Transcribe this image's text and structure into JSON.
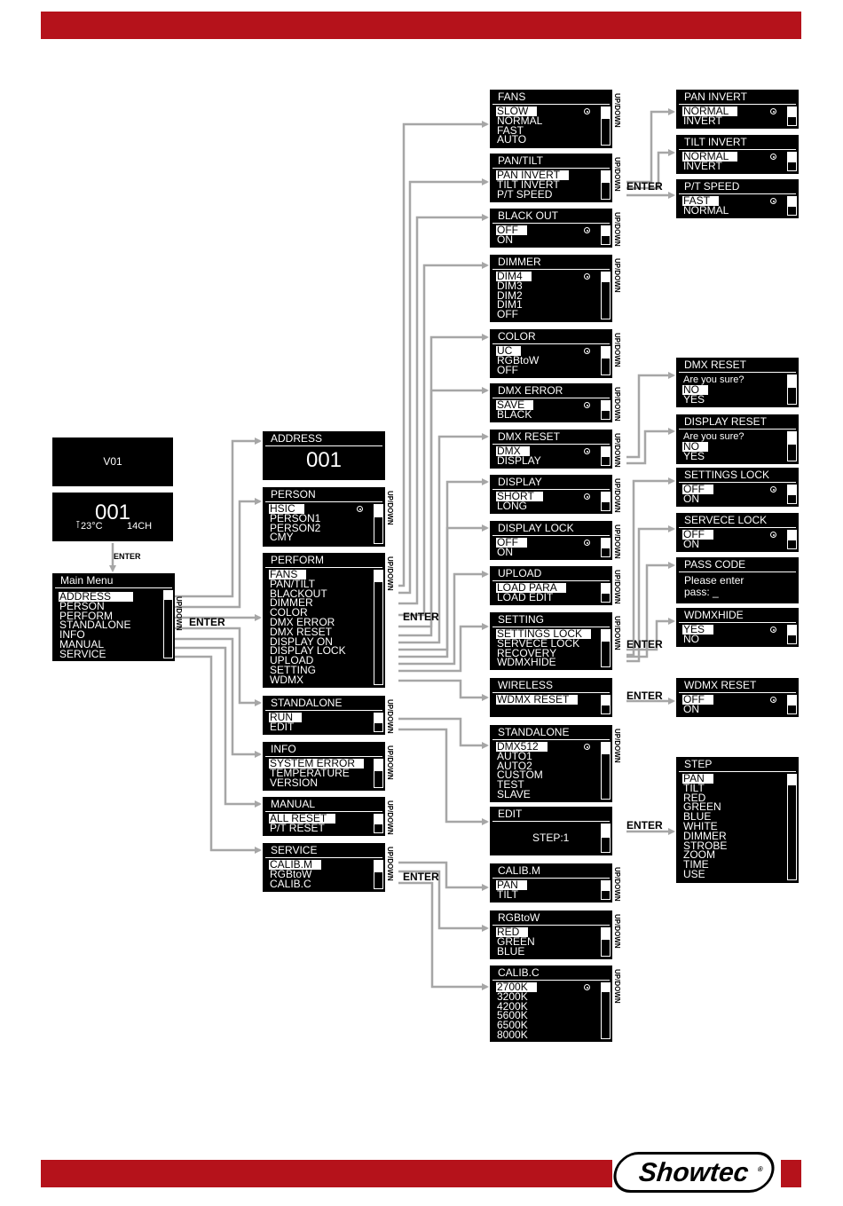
{
  "labels": {
    "enter": "ENTER",
    "updown": "UP/DOWN"
  },
  "brand": {
    "name": "Showtec",
    "reg": "®",
    "red": "#b5121b"
  },
  "display": {
    "version": "V01",
    "address": "001",
    "temp": "23°C",
    "channels": "14CH",
    "temp_icon": "thermometer-icon"
  },
  "main_menu": {
    "title": "Main Menu",
    "items": [
      "ADDRESS",
      "PERSON",
      "PERFORM",
      "STANDALONE",
      "INFO",
      "MANUAL",
      "SERVICE"
    ]
  },
  "address_box": {
    "title": "ADDRESS",
    "value": "001"
  },
  "lists": {
    "person": {
      "title": "PERSON",
      "items": [
        "HSIC",
        "PERSON1",
        "PERSON2",
        "CMY"
      ]
    },
    "perform": {
      "title": "PERFORM",
      "items": [
        "FANS",
        "PAN/TILT",
        "BLACKOUT",
        "DIMMER",
        "COLOR",
        "DMX ERROR",
        "DMX RESET",
        "DISPLAY ON",
        "DISPLAY LOCK",
        "UPLOAD",
        "SETTING",
        "WDMX"
      ]
    },
    "standalone_l": {
      "title": "STANDALONE",
      "items": [
        "RUN",
        "EDIT"
      ]
    },
    "info": {
      "title": "INFO",
      "items": [
        "SYSTEM ERROR",
        "TEMPERATURE",
        "VERSION"
      ]
    },
    "manual": {
      "title": "MANUAL",
      "items": [
        "ALL RESET",
        "P/T RESET"
      ]
    },
    "service": {
      "title": "SERVICE",
      "items": [
        "CALIB.M",
        "RGBtoW",
        "CALIB.C"
      ]
    },
    "fans": {
      "title": "FANS",
      "items": [
        "SLOW",
        "NORMAL",
        "FAST",
        "AUTO"
      ]
    },
    "pantilt": {
      "title": "PAN/TILT",
      "items": [
        "PAN INVERT",
        "TILT INVERT",
        "P/T SPEED"
      ]
    },
    "blackout": {
      "title": "BLACK OUT",
      "items": [
        "OFF",
        "ON"
      ]
    },
    "dimmer": {
      "title": "DIMMER",
      "items": [
        "DIM4",
        "DIM3",
        "DIM2",
        "DIM1",
        "OFF"
      ]
    },
    "color": {
      "title": "COLOR",
      "items": [
        "UC",
        "RGBtoW",
        "OFF"
      ]
    },
    "dmxerror": {
      "title": "DMX ERROR",
      "items": [
        "SAVE",
        "BLACK"
      ]
    },
    "dmxreset": {
      "title": "DMX RESET",
      "items": [
        "DMX",
        "DISPLAY"
      ]
    },
    "displaybox": {
      "title": "DISPLAY",
      "items": [
        "SHORT",
        "LONG"
      ]
    },
    "displaylock": {
      "title": "DISPLAY LOCK",
      "items": [
        "OFF",
        "ON"
      ]
    },
    "upload": {
      "title": "UPLOAD",
      "items": [
        "LOAD PARA",
        "LOAD EDIT"
      ]
    },
    "setting": {
      "title": "SETTING",
      "items": [
        "SETTINGS LOCK",
        "SERVECE LOCK",
        "RECOVERY",
        "WDMXHIDE"
      ]
    },
    "wireless": {
      "title": "WIRELESS",
      "items": [
        "WDMX RESET"
      ]
    },
    "standalone_r": {
      "title": "STANDALONE",
      "items": [
        "DMX512",
        "AUTO1",
        "AUTO2",
        "CUSTOM",
        "TEST",
        "SLAVE"
      ]
    },
    "calibm": {
      "title": "CALIB.M",
      "items": [
        "PAN",
        "TILT"
      ]
    },
    "rgbtow": {
      "title": "RGBtoW",
      "items": [
        "RED",
        "GREEN",
        "BLUE"
      ]
    },
    "calibc": {
      "title": "CALIB.C",
      "items": [
        "2700K",
        "3200K",
        "4200K",
        "5600K",
        "6500K",
        "8000K"
      ]
    },
    "paninvert": {
      "title": "PAN INVERT",
      "items": [
        "NORMAL",
        "INVERT"
      ]
    },
    "tiltinvert": {
      "title": "TILT INVERT",
      "items": [
        "NORMAL",
        "INVERT"
      ]
    },
    "ptspeed": {
      "title": "P/T SPEED",
      "items": [
        "FAST",
        "NORMAL"
      ]
    },
    "dmxreset_c": {
      "title": "DMX RESET",
      "items": [
        "Are you sure?",
        "NO",
        "YES"
      ]
    },
    "displayreset": {
      "title": "DISPLAY RESET",
      "items": [
        "Are you sure?",
        "NO",
        "YES"
      ]
    },
    "settingslock": {
      "title": "SETTINGS LOCK",
      "items": [
        "OFF",
        "ON"
      ]
    },
    "servecelock": {
      "title": "SERVECE LOCK",
      "items": [
        "OFF",
        "ON"
      ]
    },
    "wdmxhide": {
      "title": "WDMXHIDE",
      "items": [
        "YES",
        "NO"
      ]
    },
    "wdmxreset": {
      "title": "WDMX RESET",
      "items": [
        "OFF",
        "ON"
      ]
    },
    "step": {
      "title": "STEP",
      "items": [
        "PAN",
        "TILT",
        "RED",
        "GREEN",
        "BLUE",
        "WHITE",
        "DIMMER",
        "STROBE",
        "ZOOM",
        "TIME",
        "USE"
      ]
    }
  },
  "edit_box": {
    "title": "EDIT",
    "text": "STEP:1"
  },
  "passcode": {
    "title": "PASS CODE",
    "line1": "Please enter",
    "line2": "pass: _"
  }
}
